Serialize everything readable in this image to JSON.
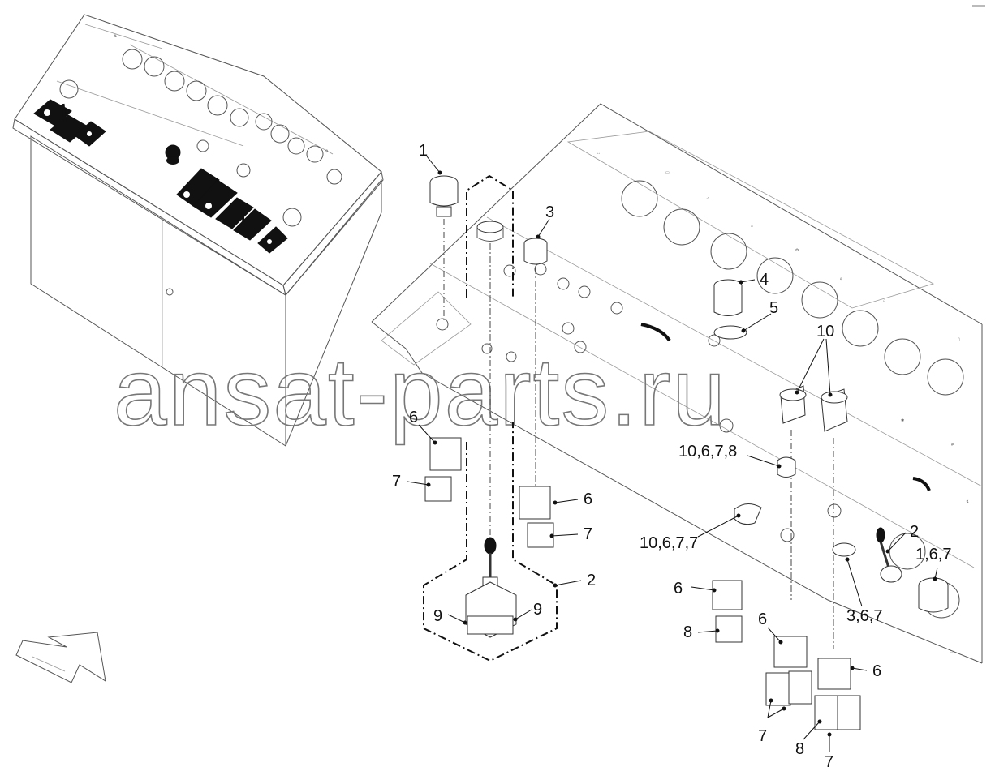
{
  "watermark": {
    "text": "ansat-parts.ru"
  },
  "corner_mark": "",
  "callouts": [
    {
      "id": "c1",
      "label": "1"
    },
    {
      "id": "c3",
      "label": "3"
    },
    {
      "id": "c4",
      "label": "4"
    },
    {
      "id": "c5",
      "label": "5"
    },
    {
      "id": "c10",
      "label": "10"
    },
    {
      "id": "c6a",
      "label": "6"
    },
    {
      "id": "c7a",
      "label": "7"
    },
    {
      "id": "c10678",
      "label": "10,6,7,8"
    },
    {
      "id": "c6b",
      "label": "6"
    },
    {
      "id": "c7b",
      "label": "7"
    },
    {
      "id": "c10677",
      "label": "10,6,7,7"
    },
    {
      "id": "c2a",
      "label": "2"
    },
    {
      "id": "c167",
      "label": "1,6,7"
    },
    {
      "id": "c2b",
      "label": "2"
    },
    {
      "id": "c9a",
      "label": "9"
    },
    {
      "id": "c9b",
      "label": "9"
    },
    {
      "id": "c6c",
      "label": "6"
    },
    {
      "id": "c8a",
      "label": "8"
    },
    {
      "id": "c6d",
      "label": "6"
    },
    {
      "id": "c367",
      "label": "3,6,7"
    },
    {
      "id": "c6e",
      "label": "6"
    },
    {
      "id": "c7c",
      "label": "7"
    },
    {
      "id": "c8b",
      "label": "8"
    },
    {
      "id": "c7d",
      "label": "7"
    }
  ]
}
